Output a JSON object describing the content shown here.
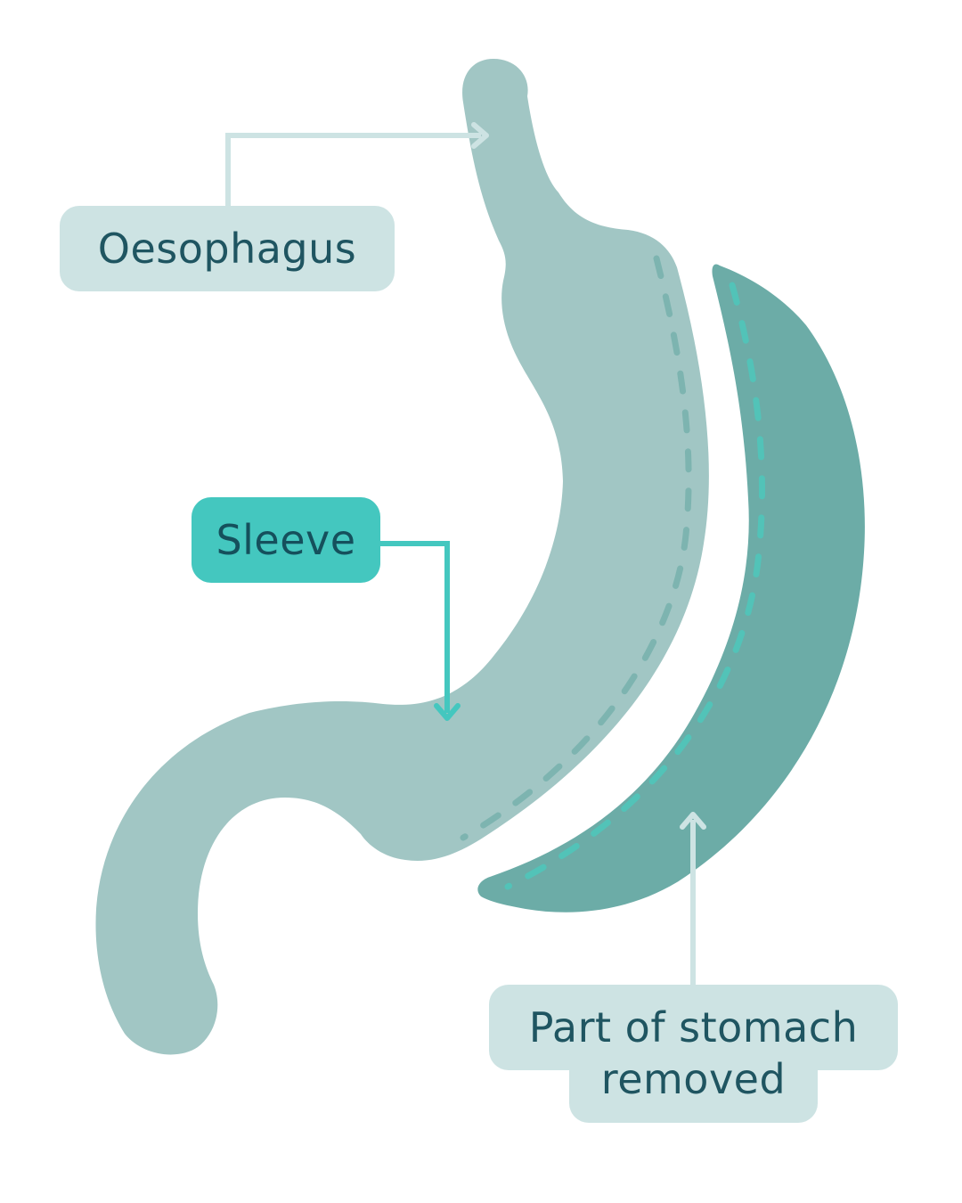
{
  "labels": {
    "oesophagus": "Oesophagus",
    "sleeve": "Sleeve",
    "removed_line1": "Part of stomach",
    "removed_line2": "removed"
  },
  "colors": {
    "sleeve_fill": "#a1c6c4",
    "removed_fill": "#6caca7",
    "label_bg": "#cde3e3",
    "sleeve_label_bg": "#44c7bf",
    "text": "#1f5561",
    "connector_light": "#cde3e3",
    "connector_teal": "#44c7bf"
  }
}
